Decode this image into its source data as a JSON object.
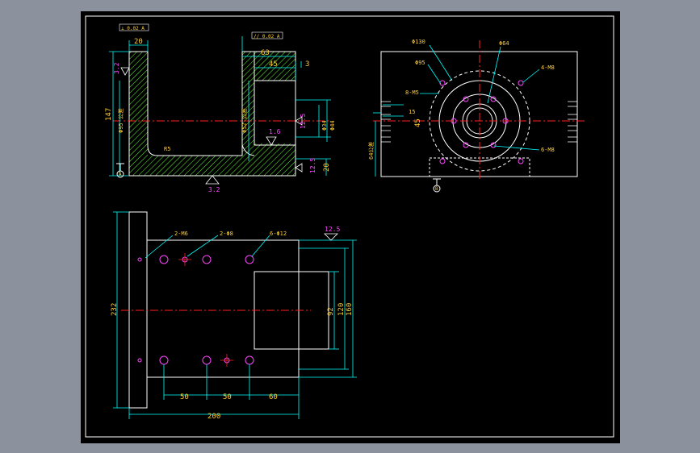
{
  "colors": {
    "background": "#8b919d",
    "sheet": "#000000",
    "outline": "#ffffff",
    "dimension": "#00ffff",
    "text": "#ffcc33",
    "centerline": "#ff2020",
    "hatch": "#66ff33",
    "finish": "#ff44ff"
  },
  "top_left_view": {
    "frame_a": "⊥ 0.02 A",
    "frame_b": "// 0.02 A",
    "dims": {
      "w20": "20",
      "w63": "63",
      "w45": "45",
      "w3": "3",
      "h147": "147",
      "d95": "Φ95 公差",
      "d52": "Φ52 公差",
      "d34": "Φ34",
      "d44": "Φ44",
      "r5": "R5",
      "h20": "20"
    },
    "finish": {
      "f32a": "3.2",
      "f16": "1.6",
      "f125a": "12.5",
      "f125b": "12.5",
      "f32b": "3.2"
    },
    "datum": "A"
  },
  "top_right_view": {
    "labels": {
      "d130": "Φ130",
      "d64": "Φ64",
      "d95": "Φ95",
      "m8a": "4-M8",
      "m5": "8-M5",
      "d15": "15",
      "d45": "45",
      "m8b": "6-M8",
      "h64": "64公差"
    },
    "datum": "B"
  },
  "bottom_view": {
    "labels": {
      "m6": "2-M6",
      "d8": "2-Φ8",
      "d12": "6-Φ12",
      "finish": "12.5"
    },
    "dims": {
      "h232": "232",
      "h92": "92",
      "h120": "120",
      "h160": "160",
      "s50a": "50",
      "s50b": "50",
      "s60": "60",
      "w200": "200"
    }
  }
}
